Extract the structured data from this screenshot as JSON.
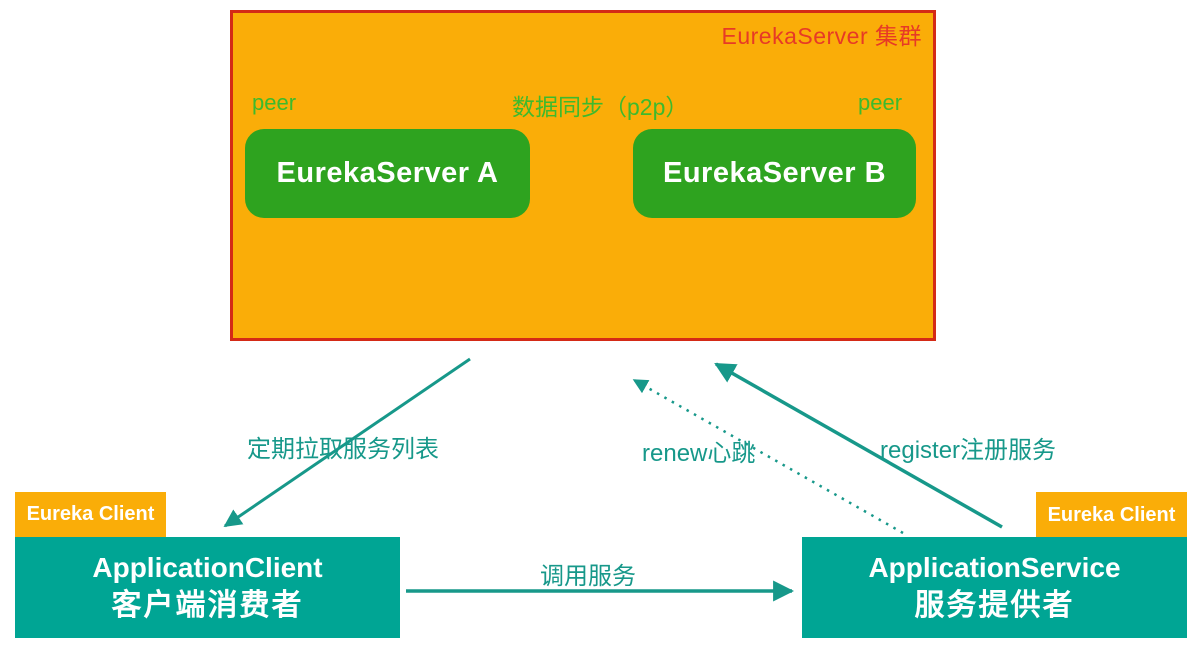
{
  "colors": {
    "cluster_fill": "#FAAD08",
    "cluster_border": "#D42A16",
    "cluster_title_color": "#E73A26",
    "server_green": "#2EA31F",
    "green_arrow": "#279A1B",
    "green_label": "#3DBA2D",
    "teal": "#00A594",
    "teal_arrow": "#17988A",
    "white_text": "#FFFFFF"
  },
  "cluster": {
    "title": "EurekaServer 集群",
    "peer_left": "peer",
    "peer_right": "peer",
    "sync_label": "数据同步（p2p）",
    "server_a": "EurekaServer A",
    "server_b": "EurekaServer B"
  },
  "client_left": {
    "tag": "Eureka Client",
    "name": "ApplicationClient",
    "role": "客户端消费者"
  },
  "client_right": {
    "tag": "Eureka Client",
    "name": "ApplicationService",
    "role": "服务提供者"
  },
  "edges": {
    "fetch": "定期拉取服务列表",
    "renew": "renew心跳",
    "register": "register注册服务",
    "invoke": "调用服务"
  }
}
